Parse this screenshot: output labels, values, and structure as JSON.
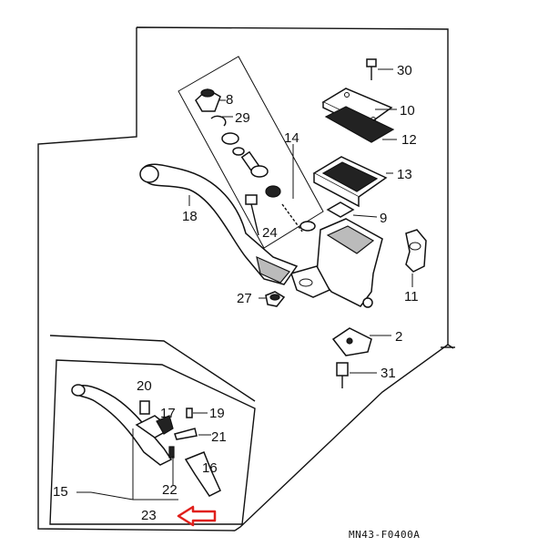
{
  "diagram": {
    "labels": {
      "l30": "30",
      "l10": "10",
      "l12": "12",
      "l13": "13",
      "l8": "8",
      "l29": "29",
      "l14": "14",
      "l18": "18",
      "l9": "9",
      "l24": "24",
      "l27": "27",
      "l11": "11",
      "l2": "2",
      "l31": "31",
      "l20": "20",
      "l17": "17",
      "l19": "19",
      "l21": "21",
      "l22": "22",
      "l16": "16",
      "l15": "15",
      "l23": "23"
    },
    "code": "MN43-F0400A",
    "arrow_color": "#e0201c"
  }
}
